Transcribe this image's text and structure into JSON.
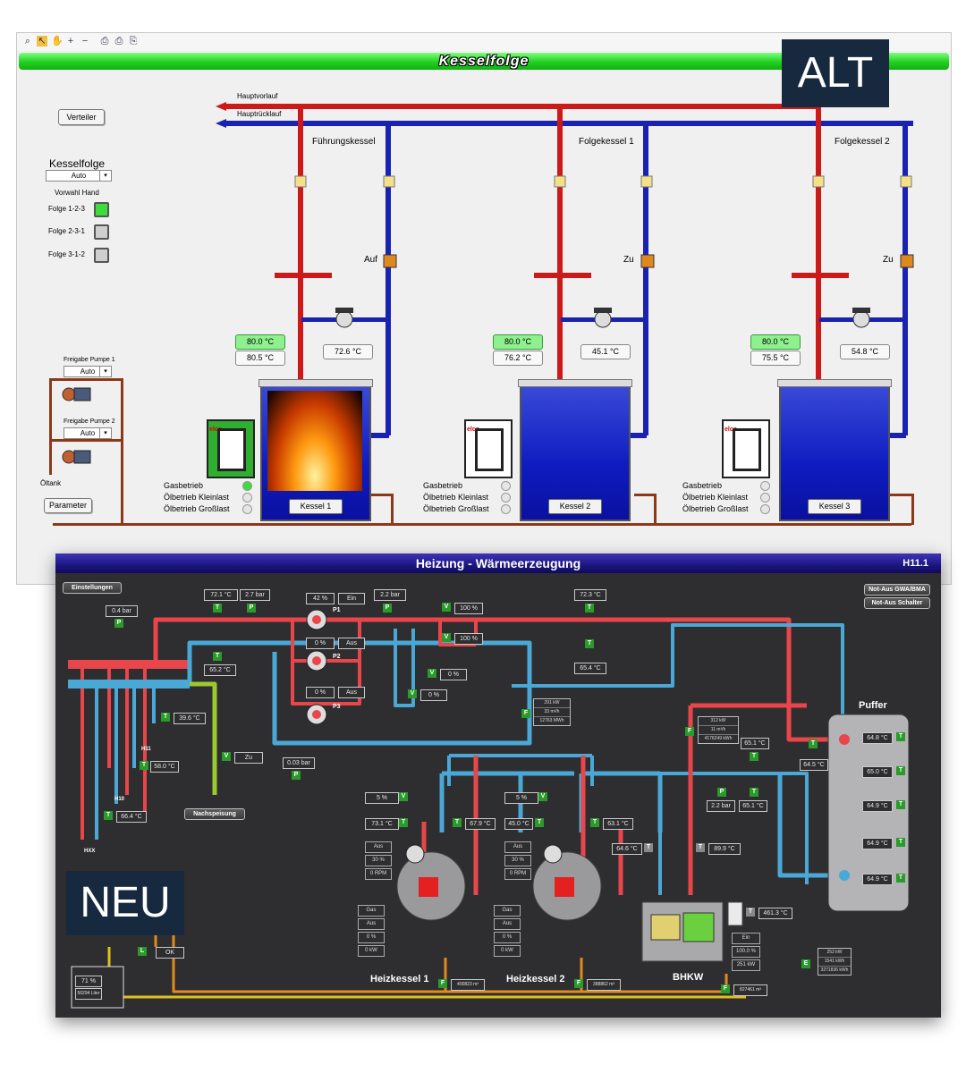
{
  "alt": {
    "label": "ALT",
    "title": "Kesselfolge",
    "buttons": {
      "verteiler": "Verteiler",
      "parameter": "Parameter"
    },
    "pipes": {
      "vorlauf": "Hauptvorlauf",
      "ruecklauf": "Hauptrücklauf"
    },
    "kesselfolge": {
      "title": "Kesselfolge",
      "mode": "Auto",
      "vorwahl": "Vorwahl Hand"
    },
    "folgen": [
      {
        "label": "Folge 1-2-3",
        "active": true
      },
      {
        "label": "Folge 2-3-1",
        "active": false
      },
      {
        "label": "Folge 3-1-2",
        "active": false
      }
    ],
    "pumps": [
      {
        "label": "Freigabe Pumpe 1",
        "mode": "Auto"
      },
      {
        "label": "Freigabe Pumpe 2",
        "mode": "Auto"
      }
    ],
    "oeltank": "Öltank",
    "kessel": [
      {
        "name": "Führungskessel",
        "valve": "Auf",
        "setpoint": "80.0 °C",
        "actual": "80.5 °C",
        "return": "72.6 °C",
        "button": "Kessel 1",
        "burning": true
      },
      {
        "name": "Folgekessel 1",
        "valve": "Zu",
        "setpoint": "80.0 °C",
        "actual": "76.2 °C",
        "return": "45.1 °C",
        "button": "Kessel 2",
        "burning": false
      },
      {
        "name": "Folgekessel 2",
        "valve": "Zu",
        "setpoint": "80.0 °C",
        "actual": "75.5 °C",
        "return": "54.8 °C",
        "button": "Kessel 3",
        "burning": false
      }
    ],
    "modes": [
      "Gasbetrieb",
      "Ölbetrieb Kleinlast",
      "Ölbetrieb Großlast"
    ],
    "burner_brand": "elco"
  },
  "neu": {
    "label": "NEU",
    "title": "Heizung - Wärmeerzeugung",
    "code": "H11.1",
    "settings_btn": "Einstellungen",
    "notaus": [
      "Not-Aus GWA/BMA",
      "Not-Aus Schalter"
    ],
    "values": {
      "p_left": "0.4 bar",
      "t_main": "72.1 °C",
      "p_main": "2.7 bar",
      "t_return": "65.2 °C",
      "p1_pct": "42 %",
      "p1_state": "Ein",
      "p2_pct": "0 %",
      "p2_state": "Aus",
      "p3_pct": "0 %",
      "p3_state": "Aus",
      "p_mid": "2.2 bar",
      "v_top1": "100 %",
      "v_top2": "100 %",
      "v_mid1": "0 %",
      "v_mid2": "0 %",
      "t_right_top": "72.3 °C",
      "t_right_ret": "65.4 °C",
      "t_h11": "39.6 °C",
      "t_h10": "58.0 °C",
      "t_hxx": "66.4 °C",
      "nach_valve": "Zu",
      "p_nach": "0.03 bar",
      "nachspeisung": "Nachspeisung",
      "flow1": [
        "291 kW",
        "33 m³/h",
        "12763 MWh"
      ],
      "flow2": [
        "312 kW",
        "11 m³/h",
        "4176249 kWh"
      ],
      "t_bhkw_a": "65.1 °C",
      "t_buffer_in": "64.5 °C",
      "p_bhkw": "2.2 bar",
      "t_bhkw_b": "65.1 °C",
      "k1_valve": "5 %",
      "k2_valve": "5 %",
      "k1_t1": "73.1 °C",
      "k1_t2": "67.9 °C",
      "k2_t1": "45.0 °C",
      "k2_t2": "63.1 °C",
      "k1_pump": [
        "Aus",
        "30 %",
        "0 RPM"
      ],
      "k2_pump": [
        "Aus",
        "30 %",
        "0 RPM"
      ],
      "k1_stat": [
        "Gas",
        "Aus",
        "0 %",
        "0 kW"
      ],
      "k2_stat": [
        "Gas",
        "Aus",
        "0 %",
        "0 kW"
      ],
      "bhkw_t1": "64.6 °C",
      "bhkw_t2": "89.9 °C",
      "bhkw_exh": "461.3 °C",
      "bhkw_stat": [
        "Ein",
        "100.0 %",
        "251 kW"
      ],
      "bhkw_energy": [
        "252 kW",
        "1541 kWh",
        "3271836 kWh"
      ],
      "gas1": "400823 m³",
      "gas2": "388862 m³",
      "gas3": "827461 m³",
      "tank_pct": "71 %",
      "tank_liter": "56294 Liter",
      "ok": "OK"
    },
    "buffer": {
      "label": "Puffer",
      "temps": [
        "64.8 °C",
        "65.0 °C",
        "64.9 °C",
        "64.9 °C",
        "64.9 °C"
      ]
    },
    "labels": {
      "k1": "Heizkessel 1",
      "k2": "Heizkessel 2",
      "bhkw": "BHKW",
      "h11": "H11",
      "h10": "H10",
      "hxx": "HXX",
      "p1": "P1",
      "p2": "P2",
      "p3": "P3"
    }
  }
}
